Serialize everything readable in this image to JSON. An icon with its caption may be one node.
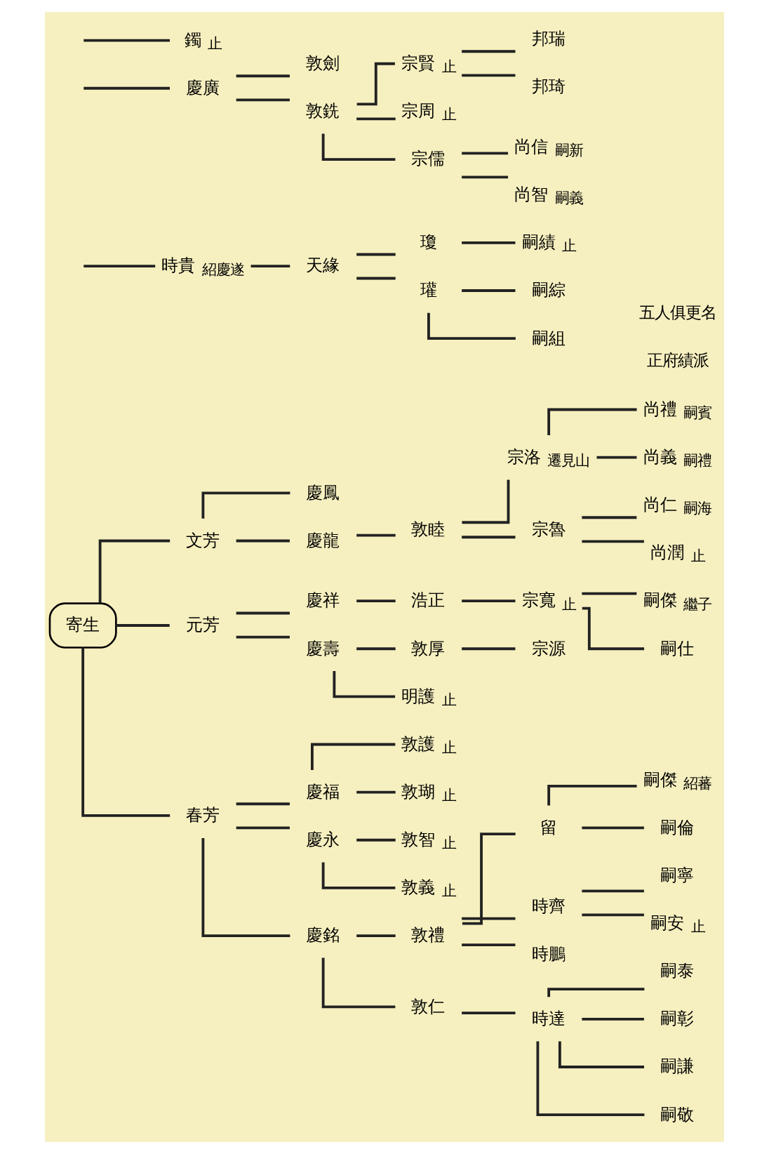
{
  "diagram": {
    "nodes": [
      {
        "text": [
          "寄生"
        ]
      },
      {
        "text": [
          "文芳"
        ]
      },
      {
        "text": [
          "元芳"
        ]
      },
      {
        "text": [
          "春芳"
        ]
      },
      {
        "text": [
          "時貴"
        ],
        "beside": [
          "紹慶遂"
        ]
      },
      {
        "text": [
          "慶廣"
        ]
      },
      {
        "text": [
          "慶鳳"
        ]
      },
      {
        "text": [
          "慶龍"
        ]
      },
      {
        "text": [
          "慶祥"
        ]
      },
      {
        "text": [
          "慶壽"
        ]
      },
      {
        "text": [
          "慶福"
        ]
      },
      {
        "text": [
          "慶永"
        ]
      },
      {
        "text": [
          "慶銘"
        ]
      },
      {
        "text": [
          "鐲"
        ],
        "beside": [
          "止"
        ]
      },
      {
        "text": [
          "敦劍"
        ]
      },
      {
        "text": [
          "敦銑"
        ]
      },
      {
        "text": [
          "敦睦"
        ]
      },
      {
        "text": [
          "浩正"
        ]
      },
      {
        "text": [
          "敦厚"
        ]
      },
      {
        "text": [
          "明護"
        ],
        "beside": [
          "止"
        ]
      },
      {
        "text": [
          "敦護"
        ],
        "beside": [
          "止"
        ]
      },
      {
        "text": [
          "敦瑚"
        ],
        "beside": [
          "止"
        ]
      },
      {
        "text": [
          "敦智"
        ],
        "beside": [
          "止"
        ]
      },
      {
        "text": [
          "敦義"
        ],
        "beside": [
          "止"
        ]
      },
      {
        "text": [
          "敦禮"
        ]
      },
      {
        "text": [
          "敦仁"
        ]
      },
      {
        "text": [
          "天緣"
        ]
      },
      {
        "text": [
          "宗賢"
        ],
        "beside": [
          "止"
        ]
      },
      {
        "text": [
          "宗周"
        ],
        "beside": [
          "止"
        ]
      },
      {
        "text": [
          "宗儒"
        ]
      },
      {
        "text": [
          "宗洛"
        ],
        "beside": [
          "遷見山"
        ]
      },
      {
        "text": [
          "宗魯"
        ]
      },
      {
        "text": [
          "宗寬"
        ],
        "beside": [
          "止"
        ]
      },
      {
        "text": [
          "宗源"
        ]
      },
      {
        "text": [
          "留"
        ]
      },
      {
        "text": [
          "時齊"
        ]
      },
      {
        "text": [
          "時鵬"
        ]
      },
      {
        "text": [
          "時達"
        ]
      },
      {
        "text": [
          "瓊"
        ]
      },
      {
        "text": [
          "瓘"
        ]
      },
      {
        "text": [
          "邦瑞"
        ]
      },
      {
        "text": [
          "邦琦"
        ]
      },
      {
        "text": [
          "尚信"
        ],
        "beside": [
          "嗣新"
        ]
      },
      {
        "text": [
          "尚智"
        ],
        "beside": [
          "嗣義"
        ]
      },
      {
        "text": [
          "尚禮"
        ],
        "beside": [
          "嗣賓"
        ]
      },
      {
        "text": [
          "尚義"
        ],
        "beside": [
          "嗣禮"
        ]
      },
      {
        "text": [
          "尚仁"
        ],
        "beside": [
          "嗣海"
        ]
      },
      {
        "text": [
          "尚潤"
        ],
        "beside": [
          "止"
        ]
      },
      {
        "text": [
          "嗣傑"
        ],
        "beside": [
          "繼子"
        ]
      },
      {
        "text": [
          "嗣仕"
        ]
      },
      {
        "text": [
          "嗣傑"
        ],
        "beside": [
          "紹蕃"
        ]
      },
      {
        "text": [
          "嗣倫"
        ]
      },
      {
        "text": [
          "嗣寧"
        ]
      },
      {
        "text": [
          "嗣安"
        ],
        "beside": [
          "止"
        ]
      },
      {
        "text": [
          "嗣泰"
        ]
      },
      {
        "text": [
          "嗣彰"
        ]
      },
      {
        "text": [
          "嗣謙"
        ]
      },
      {
        "text": [
          "嗣敬"
        ]
      },
      {
        "text": [
          "嗣績"
        ],
        "beside": [
          "止"
        ]
      },
      {
        "text": [
          "嗣綜"
        ]
      },
      {
        "text": [
          "嗣組"
        ]
      }
    ],
    "edges": [
      {
        "from": 0,
        "to": 1,
        "arrow": "none"
      },
      {
        "from": 0,
        "to": 2,
        "arrow": "none"
      },
      {
        "from": 0,
        "to": 3,
        "arrow": "none"
      },
      {
        "from": null,
        "to": 4,
        "arrow": "none"
      },
      {
        "from": null,
        "to": 5,
        "arrow": "none"
      },
      {
        "from": 1,
        "to": 6,
        "arrow": "none"
      },
      {
        "from": 1,
        "to": 7,
        "arrow": "none"
      },
      {
        "from": 2,
        "to": 8,
        "arrow": "none"
      },
      {
        "from": 2,
        "to": 9,
        "arrow": "none"
      },
      {
        "from": 3,
        "to": 10,
        "arrow": "none"
      },
      {
        "from": 3,
        "to": 11,
        "arrow": "none"
      },
      {
        "from": 3,
        "to": 12,
        "arrow": "none"
      },
      {
        "from": null,
        "to": 13,
        "arrow": "none"
      },
      {
        "from": 5,
        "to": 14,
        "arrow": "none"
      },
      {
        "from": 5,
        "to": 15,
        "arrow": "none"
      },
      {
        "from": 7,
        "to": 16,
        "arrow": "none"
      },
      {
        "from": 8,
        "to": 17,
        "arrow": "none"
      },
      {
        "from": 9,
        "to": 18,
        "arrow": "none"
      },
      {
        "from": 9,
        "to": 19,
        "arrow": "none"
      },
      {
        "from": 10,
        "to": 20,
        "arrow": "none"
      },
      {
        "from": 10,
        "to": 21,
        "arrow": "none"
      },
      {
        "from": 11,
        "to": 22,
        "arrow": "none"
      },
      {
        "from": 11,
        "to": 23,
        "arrow": "none"
      },
      {
        "from": 12,
        "to": 24,
        "arrow": "none"
      },
      {
        "from": 12,
        "to": 25,
        "arrow": "none"
      },
      {
        "from": 4,
        "to": 26,
        "arrow": "none"
      },
      {
        "from": 15,
        "to": 27,
        "arrow": "none"
      },
      {
        "from": 15,
        "to": 28,
        "arrow": "none"
      },
      {
        "from": 15,
        "to": 29,
        "arrow": "none"
      },
      {
        "from": 16,
        "to": 30,
        "arrow": "none"
      },
      {
        "from": 16,
        "to": 31,
        "arrow": "none"
      },
      {
        "from": 17,
        "to": 32,
        "arrow": "none"
      },
      {
        "from": 18,
        "to": 33,
        "arrow": "none"
      },
      {
        "from": 24,
        "to": 34,
        "arrow": "none"
      },
      {
        "from": 24,
        "to": 35,
        "arrow": "none"
      },
      {
        "from": 24,
        "to": 36,
        "arrow": "none"
      },
      {
        "from": 25,
        "to": 37,
        "arrow": "none"
      },
      {
        "from": 26,
        "to": 38,
        "arrow": "none"
      },
      {
        "from": 26,
        "to": 39,
        "arrow": "none"
      },
      {
        "from": 27,
        "to": 40,
        "arrow": "none"
      },
      {
        "from": 27,
        "to": 41,
        "arrow": "none"
      },
      {
        "from": 29,
        "to": 42,
        "arrow": "none"
      },
      {
        "from": 29,
        "to": 43,
        "arrow": "none"
      },
      {
        "from": 30,
        "to": 44,
        "arrow": "none"
      },
      {
        "from": 30,
        "to": 45,
        "arrow": "none"
      },
      {
        "from": 31,
        "to": 46,
        "arrow": "none"
      },
      {
        "from": 31,
        "to": 47,
        "arrow": "none"
      },
      {
        "from": 32,
        "to": 48,
        "arrow": "none"
      },
      {
        "from": 32,
        "to": 49,
        "arrow": "none"
      },
      {
        "from": 34,
        "to": 50,
        "arrow": "none"
      },
      {
        "from": 34,
        "to": 51,
        "arrow": "none"
      },
      {
        "from": 35,
        "to": 52,
        "arrow": "none"
      },
      {
        "from": 35,
        "to": 53,
        "arrow": "none"
      },
      {
        "from": 37,
        "to": 54,
        "arrow": "none"
      },
      {
        "from": 37,
        "to": 55,
        "arrow": "none"
      },
      {
        "from": 37,
        "to": 56,
        "arrow": "none"
      },
      {
        "from": 37,
        "to": 57,
        "arrow": "none"
      },
      {
        "from": 38,
        "to": 58,
        "arrow": "none"
      },
      {
        "from": 39,
        "to": 59,
        "arrow": "none"
      },
      {
        "from": 39,
        "to": 60,
        "arrow": "none"
      }
    ],
    "labels": [
      "五人俱更名",
      "正府績派"
    ]
  }
}
